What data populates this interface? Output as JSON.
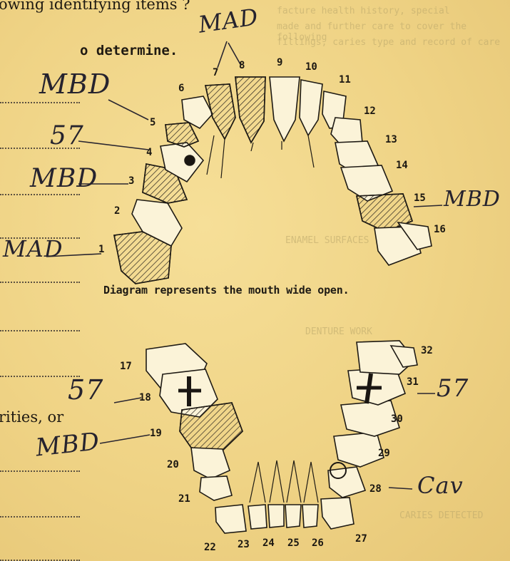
{
  "form": {
    "line_top": "owing identifying items ?",
    "line_determine": "o determine.",
    "line_rities": "rities, or"
  },
  "diagram": {
    "caption": "Diagram represents the mouth wide open.",
    "upper_numbers": [
      "1",
      "2",
      "3",
      "4",
      "5",
      "6",
      "7",
      "8",
      "9",
      "10",
      "11",
      "12",
      "13",
      "14",
      "15",
      "16"
    ],
    "lower_numbers": [
      "17",
      "18",
      "19",
      "20",
      "21",
      "22",
      "23",
      "24",
      "25",
      "26",
      "27",
      "28",
      "29",
      "30",
      "31",
      "32"
    ]
  },
  "annotations": {
    "tooth_8": "MAD",
    "tooth_5": "MBD",
    "tooth_4": "57",
    "tooth_3": "MBD",
    "tooth_1": "MAD",
    "tooth_15": "MBD",
    "tooth_18": "57",
    "tooth_19": "MBD",
    "tooth_31": "57",
    "tooth_28": "Cav"
  },
  "background_bleed": [
    "facture health history, special",
    "made and further care to cover the following",
    "fillings, caries type and record of care",
    "ENAMEL SURFACES",
    "DENTURE WORK",
    "CARIES DETECTED"
  ]
}
